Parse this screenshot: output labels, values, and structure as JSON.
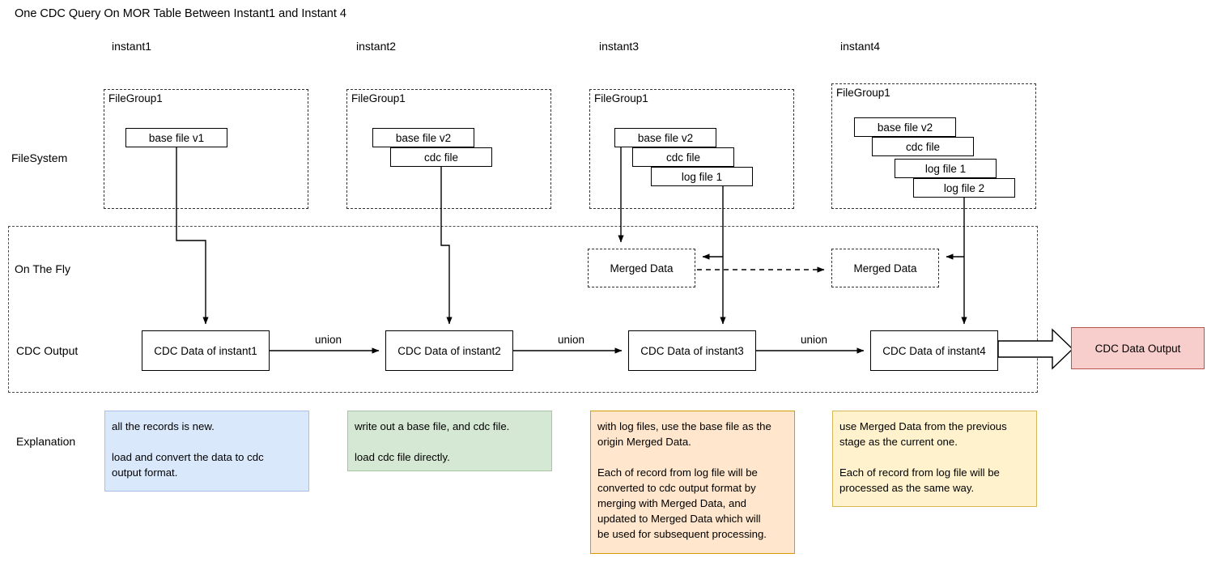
{
  "title": "One CDC Query On MOR Table Between Instant1 and Instant 4",
  "columns": [
    {
      "label": "instant1"
    },
    {
      "label": "instant2"
    },
    {
      "label": "instant3"
    },
    {
      "label": "instant4"
    }
  ],
  "rows": {
    "filesystem": "FileSystem",
    "on_the_fly": "On The Fly",
    "cdc_output": "CDC Output",
    "explanation": "Explanation"
  },
  "filegroups": [
    {
      "label": "FileGroup1",
      "files": [
        "base file v1"
      ]
    },
    {
      "label": "FileGroup1",
      "files": [
        "base file v2",
        "cdc file"
      ]
    },
    {
      "label": "FileGroup1",
      "files": [
        "base file v2",
        "cdc file",
        "log file 1"
      ]
    },
    {
      "label": "FileGroup1",
      "files": [
        "base file v2",
        "cdc file",
        "log file 1",
        "log file 2"
      ]
    }
  ],
  "merged_data": [
    {
      "label": "Merged Data"
    },
    {
      "label": "Merged Data"
    }
  ],
  "cdc_boxes": [
    {
      "label": "CDC Data of instant1"
    },
    {
      "label": "CDC Data of instant2"
    },
    {
      "label": "CDC Data of instant3"
    },
    {
      "label": "CDC Data of instant4"
    }
  ],
  "union_labels": [
    "union",
    "union",
    "union"
  ],
  "final_output": {
    "label": "CDC Data Output"
  },
  "explanations": [
    {
      "text": "all the records is new.\n\nload and convert the data to cdc\noutput format.",
      "color": "#dae8fc"
    },
    {
      "text": "write out a base file, and cdc file.\n\nload cdc file directly.",
      "color": "#d5e8d4"
    },
    {
      "text": "with log files, use the base file as the\norigin Merged Data.\n\nEach of record from log file will be\nconverted to cdc output format by\nmerging with Merged Data, and\nupdated to Merged Data which will\nbe used for subsequent processing.",
      "color": "#ffe6cc"
    },
    {
      "text": "use Merged Data from the previous\nstage as the current one.\n\nEach of record from log file will be\nprocessed as the same way.",
      "color": "#fff2cc"
    }
  ],
  "colors": {
    "output_fill": "#f8cecc",
    "output_stroke": "#b85450",
    "line": "#000000",
    "dashed": "#333333"
  }
}
